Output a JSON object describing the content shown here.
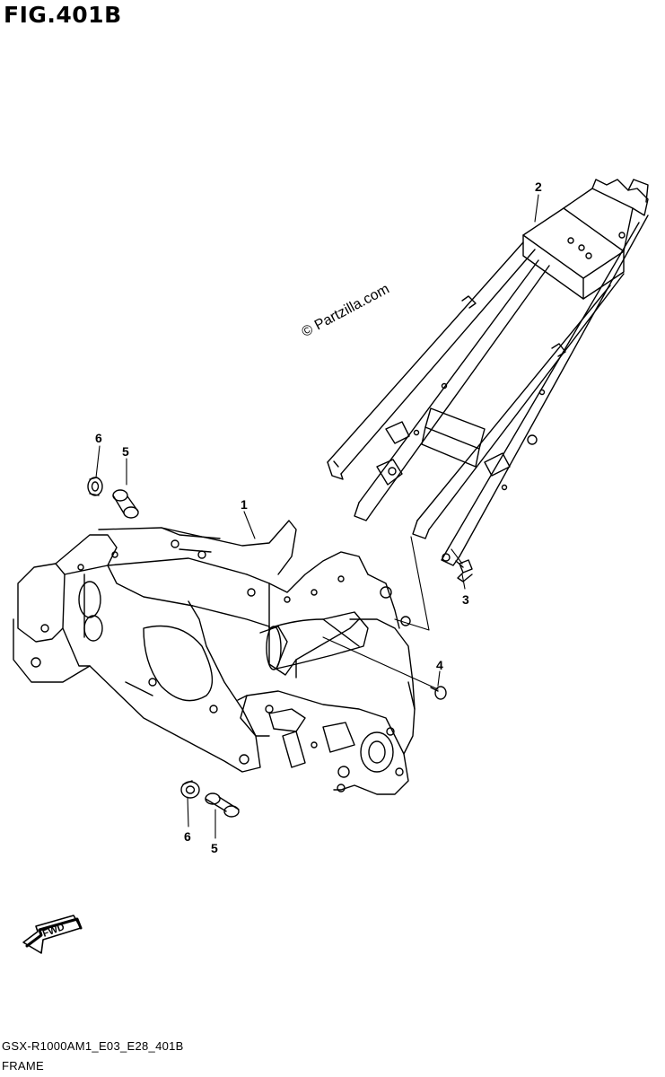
{
  "figure_title": "FIG.401B",
  "watermark": "© Partzilla.com",
  "callouts": [
    "1",
    "2",
    "3",
    "4",
    "5",
    "6",
    "5",
    "6"
  ],
  "fwd_label": "FWD",
  "footer": {
    "model_code": "GSX-R1000AM1_E03_E28_401B",
    "section": "FRAME"
  }
}
